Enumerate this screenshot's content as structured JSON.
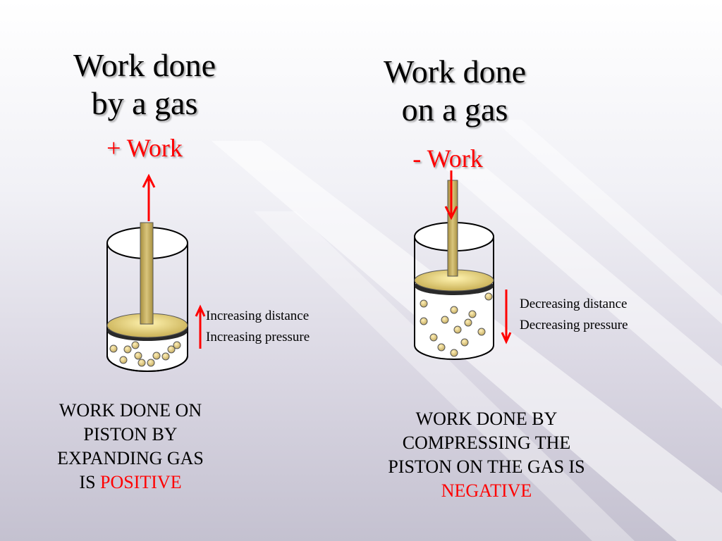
{
  "left_panel": {
    "title_line1": "Work done",
    "title_line2": "by a gas",
    "sign_label": "+ Work",
    "note_line1": "Increasing distance",
    "note_line2": "Increasing pressure",
    "caption_line1": "WORK DONE ON",
    "caption_line2": "PISTON BY",
    "caption_line3": "EXPANDING GAS",
    "caption_line4_prefix": "IS ",
    "caption_line4_highlight": "POSITIVE"
  },
  "right_panel": {
    "title_line1": "Work done",
    "title_line2": "on a gas",
    "sign_label": "- Work",
    "note_line1": "Decreasing distance",
    "note_line2": "Decreasing pressure",
    "caption_line1": "WORK DONE BY",
    "caption_line2": "COMPRESSING THE",
    "caption_line3": "PISTON ON THE GAS IS",
    "caption_line4": "NEGATIVE"
  },
  "colors": {
    "accent_red": "#ff0000",
    "rod_gold": "#c9b060",
    "piston_gold": "#e6d47a",
    "molecule_gold": "#d8c27a"
  }
}
